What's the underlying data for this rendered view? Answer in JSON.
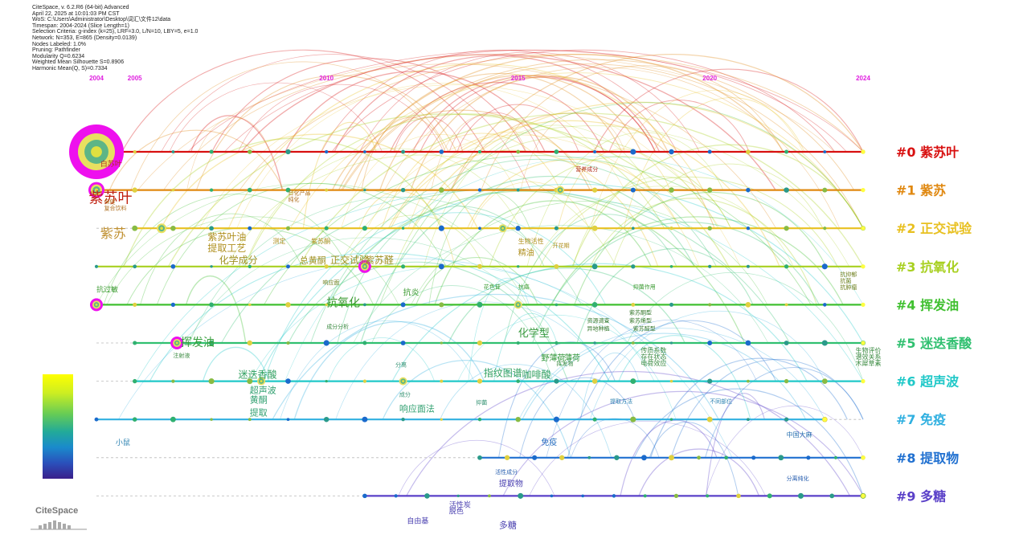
{
  "info_lines": [
    "CiteSpace, v. 6.2.R6 (64-bit) Advanced",
    "April 22, 2025 at 10:01:03 PM CST",
    "WoS: C:\\Users\\Administrator\\Desktop\\词汇\\文件12\\data",
    "Timespan: 2004-2024 (Slice Length=1)",
    "Selection Criteria: g-index (k=25), LRF=3.0, L/N=10, LBY=5, e=1.0",
    "Network: N=353, E=865 (Density=0.0139)",
    "Nodes Labeled: 1.0%",
    "Pruning: Pathfinder",
    "Modularity Q=0.6234",
    "Weighted Mean Silhouette S=0.8906",
    "Harmonic Mean(Q, S)=0.7334"
  ],
  "logo_text": "CiteSpace",
  "chart_data": {
    "type": "timeline",
    "x_range": [
      2004,
      2024
    ],
    "year_ticks": [
      "2004",
      "2005",
      "2010",
      "2015",
      "2020",
      "2024"
    ],
    "clusters": [
      {
        "id": 0,
        "label": "#0 紫苏叶",
        "color": "#d81010",
        "start": 2004,
        "end": 2024,
        "keywords": [
          {
            "text": "白苏叶",
            "year": 2004.1,
            "dy": 18,
            "size": 9,
            "color": "#b03020"
          },
          {
            "text": "营养成分",
            "year": 2016.5,
            "dy": 24,
            "size": 7,
            "color": "#b03020"
          }
        ]
      },
      {
        "id": 1,
        "label": "#1 紫苏",
        "color": "#e08810",
        "start": 2004,
        "end": 2024,
        "keywords": [
          {
            "text": "紫苏叶",
            "year": 2003.8,
            "dy": 16,
            "size": 18,
            "color": "#c02010"
          },
          {
            "text": "保健",
            "year": 2004.2,
            "dy": 17,
            "size": 7,
            "color": "#b07020"
          },
          {
            "text": "复合饮料",
            "year": 2004.2,
            "dy": 25,
            "size": 7,
            "color": "#b07020"
          },
          {
            "text": "日化产品",
            "year": 2009.0,
            "dy": 6,
            "size": 7,
            "color": "#b07020"
          },
          {
            "text": "纯化",
            "year": 2009.0,
            "dy": 14,
            "size": 7,
            "color": "#b07020"
          }
        ]
      },
      {
        "id": 2,
        "label": "#2 正交试验",
        "color": "#e8c020",
        "start": 2005,
        "end": 2024,
        "keywords": [
          {
            "text": "紫苏",
            "year": 2004.1,
            "dy": 12,
            "size": 16,
            "color": "#c09030"
          },
          {
            "text": "紫苏叶油",
            "year": 2006.9,
            "dy": 15,
            "size": 12,
            "color": "#b09020"
          },
          {
            "text": "提取工艺",
            "year": 2006.9,
            "dy": 29,
            "size": 12,
            "color": "#b09020"
          },
          {
            "text": "测定",
            "year": 2008.6,
            "dy": 19,
            "size": 8,
            "color": "#b09020"
          },
          {
            "text": "紫苏酮",
            "year": 2009.6,
            "dy": 19,
            "size": 8,
            "color": "#b09020"
          },
          {
            "text": "生物活性",
            "year": 2015.0,
            "dy": 19,
            "size": 8,
            "color": "#b09020"
          },
          {
            "text": "精油",
            "year": 2015.0,
            "dy": 34,
            "size": 10,
            "color": "#b09020"
          },
          {
            "text": "开花期",
            "year": 2015.9,
            "dy": 24,
            "size": 7,
            "color": "#b09020"
          }
        ]
      },
      {
        "id": 3,
        "label": "#3 抗氧化",
        "color": "#a8d020",
        "start": 2004,
        "end": 2024,
        "keywords": [
          {
            "text": "化学成分",
            "year": 2007.2,
            "dy": -4,
            "size": 12,
            "color": "#a09020"
          },
          {
            "text": "总黄酮",
            "year": 2009.3,
            "dy": -4,
            "size": 11,
            "color": "#a09020"
          },
          {
            "text": "正交试验",
            "year": 2010.1,
            "dy": -4,
            "size": 12,
            "color": "#a09020"
          },
          {
            "text": "紫苏醛",
            "year": 2011.0,
            "dy": -4,
            "size": 12,
            "color": "#a09020"
          },
          {
            "text": "响应面",
            "year": 2009.9,
            "dy": 22,
            "size": 7,
            "color": "#708020"
          },
          {
            "text": "抗抑郁",
            "year": 2023.4,
            "dy": 12,
            "size": 7,
            "color": "#708020"
          },
          {
            "text": "抗菌",
            "year": 2023.4,
            "dy": 20,
            "size": 7,
            "color": "#708020"
          },
          {
            "text": "抗肿瘤",
            "year": 2023.4,
            "dy": 28,
            "size": 7,
            "color": "#708020"
          }
        ]
      },
      {
        "id": 4,
        "label": "#4 挥发油",
        "color": "#40c030",
        "start": 2004,
        "end": 2024,
        "keywords": [
          {
            "text": "抗过敏",
            "year": 2004.0,
            "dy": -16,
            "size": 9,
            "color": "#3a9a30"
          },
          {
            "text": "抗氧化",
            "year": 2010.0,
            "dy": 2,
            "size": 14,
            "color": "#3a9a30"
          },
          {
            "text": "抗炎",
            "year": 2012.0,
            "dy": -12,
            "size": 10,
            "color": "#3a9a30"
          },
          {
            "text": "花色苷",
            "year": 2014.1,
            "dy": -20,
            "size": 7,
            "color": "#3a9a30"
          },
          {
            "text": "抗癌",
            "year": 2015.0,
            "dy": -20,
            "size": 7,
            "color": "#3a9a30"
          },
          {
            "text": "抑菌作用",
            "year": 2018.0,
            "dy": -20,
            "size": 7,
            "color": "#3a9a30"
          },
          {
            "text": "紫苏酮型",
            "year": 2017.9,
            "dy": 12,
            "size": 7,
            "color": "#3a7a30"
          },
          {
            "text": "资源调查",
            "year": 2016.8,
            "dy": 22,
            "size": 7,
            "color": "#3a7a30"
          },
          {
            "text": "紫苏烯型",
            "year": 2017.9,
            "dy": 22,
            "size": 7,
            "color": "#3a7a30"
          },
          {
            "text": "异地种植",
            "year": 2016.8,
            "dy": 32,
            "size": 7,
            "color": "#3a7a30"
          },
          {
            "text": "紫苏醛型",
            "year": 2018.0,
            "dy": 32,
            "size": 7,
            "color": "#3a7a30"
          }
        ]
      },
      {
        "id": 5,
        "label": "#5 迷迭香酸",
        "color": "#30c070",
        "start": 2005,
        "end": 2024,
        "keywords": [
          {
            "text": "挥发油",
            "year": 2006.2,
            "dy": 4,
            "size": 14,
            "color": "#3aa040"
          },
          {
            "text": "成分分析",
            "year": 2010.0,
            "dy": -18,
            "size": 7,
            "color": "#3a8a40"
          },
          {
            "text": "注射液",
            "year": 2006.0,
            "dy": 18,
            "size": 7,
            "color": "#3a8a40"
          },
          {
            "text": "化学型",
            "year": 2015.0,
            "dy": -8,
            "size": 13,
            "color": "#3a9a40"
          },
          {
            "text": "野薄荷",
            "year": 2015.6,
            "dy": 22,
            "size": 10,
            "color": "#3a9a40"
          },
          {
            "text": "薄荷",
            "year": 2016.2,
            "dy": 22,
            "size": 10,
            "color": "#3a9a40"
          },
          {
            "text": "挥发物",
            "year": 2016.0,
            "dy": 28,
            "size": 7,
            "color": "#3a8a40"
          },
          {
            "text": "传质系数",
            "year": 2018.2,
            "dy": 12,
            "size": 8,
            "color": "#3a8a40"
          },
          {
            "text": "存在状态",
            "year": 2018.2,
            "dy": 20,
            "size": 8,
            "color": "#3a8a40"
          },
          {
            "text": "电荷效应",
            "year": 2018.2,
            "dy": 28,
            "size": 8,
            "color": "#3a8a40"
          },
          {
            "text": "生物评价",
            "year": 2023.8,
            "dy": 12,
            "size": 8,
            "color": "#3a8a40"
          },
          {
            "text": "谱效关系",
            "year": 2023.8,
            "dy": 20,
            "size": 8,
            "color": "#3a8a40"
          },
          {
            "text": "木犀草素",
            "year": 2023.8,
            "dy": 28,
            "size": 8,
            "color": "#3a8a40"
          }
        ]
      },
      {
        "id": 6,
        "label": "#6 超声波",
        "color": "#20c8c8",
        "start": 2005,
        "end": 2024,
        "keywords": [
          {
            "text": "迷迭香酸",
            "year": 2007.7,
            "dy": -4,
            "size": 12,
            "color": "#30a060"
          },
          {
            "text": "分离",
            "year": 2011.8,
            "dy": -18,
            "size": 7,
            "color": "#309070"
          },
          {
            "text": "指纹图谱",
            "year": 2014.1,
            "dy": -6,
            "size": 12,
            "color": "#30a060"
          },
          {
            "text": "咖啡酸",
            "year": 2015.1,
            "dy": -4,
            "size": 12,
            "color": "#30a060"
          },
          {
            "text": "超声波",
            "year": 2008.0,
            "dy": 15,
            "size": 11,
            "color": "#30a070"
          },
          {
            "text": "黄酮",
            "year": 2008.0,
            "dy": 27,
            "size": 11,
            "color": "#30a070"
          },
          {
            "text": "成分",
            "year": 2011.9,
            "dy": 19,
            "size": 7,
            "color": "#309070"
          },
          {
            "text": "抑菌",
            "year": 2013.9,
            "dy": 29,
            "size": 7,
            "color": "#309070"
          },
          {
            "text": "提取",
            "year": 2008.0,
            "dy": 43,
            "size": 11,
            "color": "#30a070"
          },
          {
            "text": "响应面法",
            "year": 2011.9,
            "dy": 38,
            "size": 11,
            "color": "#30a070"
          }
        ]
      },
      {
        "id": 7,
        "label": "#7 免疫",
        "color": "#30b0e0",
        "start": 2004,
        "end": 2023,
        "keywords": [
          {
            "text": "小鼠",
            "year": 2004.5,
            "dy": 32,
            "size": 9,
            "color": "#2a80b0"
          },
          {
            "text": "提取方法",
            "year": 2017.4,
            "dy": -20,
            "size": 7,
            "color": "#2a80b0"
          },
          {
            "text": "不同部位",
            "year": 2020.0,
            "dy": -20,
            "size": 7,
            "color": "#2a80b0"
          },
          {
            "text": "中国大麻",
            "year": 2022.0,
            "dy": 22,
            "size": 8,
            "color": "#2a70b0"
          }
        ]
      },
      {
        "id": 8,
        "label": "#8 提取物",
        "color": "#2070d0",
        "start": 2014,
        "end": 2024,
        "keywords": [
          {
            "text": "免疫",
            "year": 2015.6,
            "dy": -16,
            "size": 10,
            "color": "#2a70c0"
          },
          {
            "text": "活性成分",
            "year": 2014.4,
            "dy": 20,
            "size": 7,
            "color": "#2a60b0"
          },
          {
            "text": "分离纯化",
            "year": 2022.0,
            "dy": 28,
            "size": 7,
            "color": "#2a60b0"
          }
        ]
      },
      {
        "id": 9,
        "label": "#9 多糖",
        "color": "#5a40c8",
        "start": 2011,
        "end": 2024,
        "keywords": [
          {
            "text": "提取物",
            "year": 2014.5,
            "dy": -12,
            "size": 10,
            "color": "#4a40b0"
          },
          {
            "text": "活性炭",
            "year": 2013.2,
            "dy": 14,
            "size": 9,
            "color": "#4a40b0"
          },
          {
            "text": "脱色",
            "year": 2013.2,
            "dy": 22,
            "size": 9,
            "color": "#4a40b0"
          },
          {
            "text": "自由基",
            "year": 2012.1,
            "dy": 34,
            "size": 9,
            "color": "#4a40b0"
          },
          {
            "text": "多糖",
            "year": 2014.5,
            "dy": 40,
            "size": 11,
            "color": "#4a40b0"
          }
        ]
      }
    ],
    "legend": {
      "type": "color-bar",
      "from": 2004,
      "to": 2024,
      "colors": [
        "#3a1f8a",
        "#2a50bb",
        "#1a8acc",
        "#22aa99",
        "#66cc55",
        "#ccee22",
        "#ffff00"
      ]
    }
  }
}
